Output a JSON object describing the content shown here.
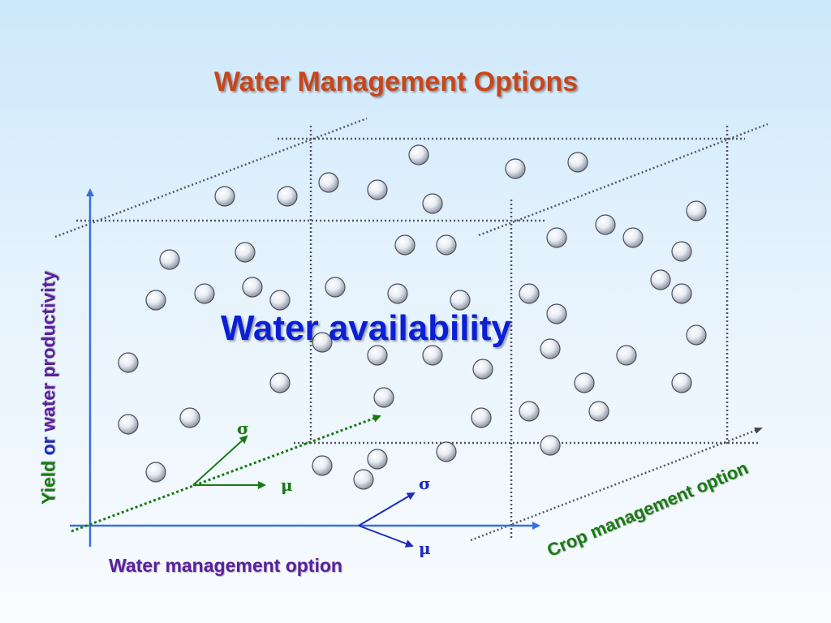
{
  "title": "Water Management Options",
  "center_label": "Water availability",
  "axes": {
    "x_label": "Water management option",
    "y_label": {
      "part1": "Yield",
      "part2": "or",
      "part3": "water productivity"
    },
    "z_label": "Crop management option"
  },
  "indicators": {
    "green": {
      "sigma": "σ",
      "mu": "μ"
    },
    "blue": {
      "sigma": "σ",
      "mu": "μ"
    }
  },
  "colors": {
    "title": "#c8461a",
    "center_label": "#0b1fd6",
    "axis": "#3a6fe0",
    "green": "#1a7a12",
    "blue": "#1d2bbf",
    "purple": "#5a1f9e",
    "dotted": "#555566"
  }
}
